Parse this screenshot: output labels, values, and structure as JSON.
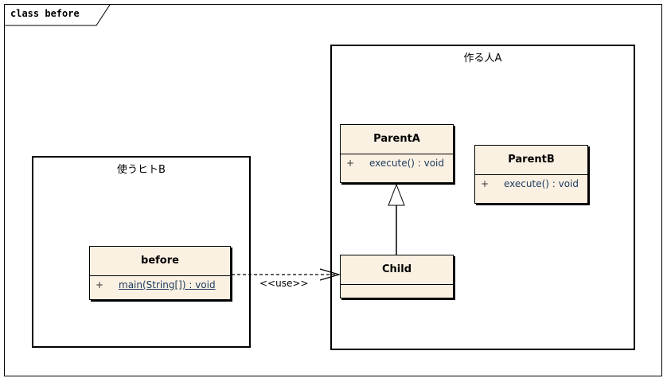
{
  "frame": {
    "label": "class before"
  },
  "packages": {
    "user": {
      "name": "使うヒトB"
    },
    "maker": {
      "name": "作る人A"
    }
  },
  "classes": {
    "before": {
      "name": "before",
      "op_visibility": "+",
      "op": "main(String[]) : void"
    },
    "parentA": {
      "name": "ParentA",
      "op_visibility": "+",
      "op": "execute() : void"
    },
    "parentB": {
      "name": "ParentB",
      "op_visibility": "+",
      "op": "execute() : void"
    },
    "child": {
      "name": "Child"
    }
  },
  "relations": {
    "use_stereotype": "<<use>>"
  }
}
